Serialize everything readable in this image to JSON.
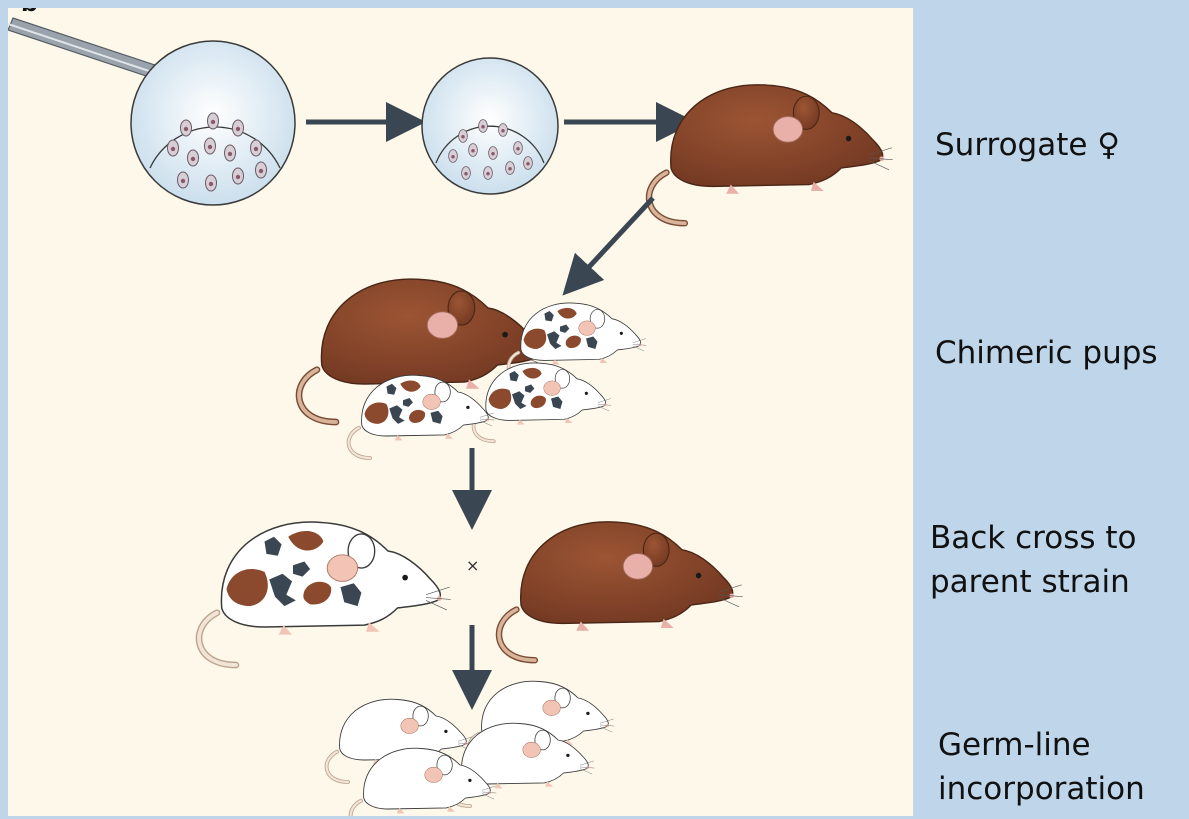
{
  "panel_letter": "b",
  "labels": {
    "surrogate": "Surrogate ♀",
    "chimeric": "Chimeric pups",
    "backcross_line1": "Back cross to",
    "backcross_line2": "parent strain",
    "germline_line1": "Germ-line",
    "germline_line2": "incorporation"
  },
  "cross_symbol": "×",
  "colors": {
    "brown": "#8b4a2e",
    "white": "#ffffff",
    "patch": "#3a4652",
    "arrow": "#3a4652",
    "background": "#bfd6ea",
    "panel": "#fdf8ea"
  }
}
